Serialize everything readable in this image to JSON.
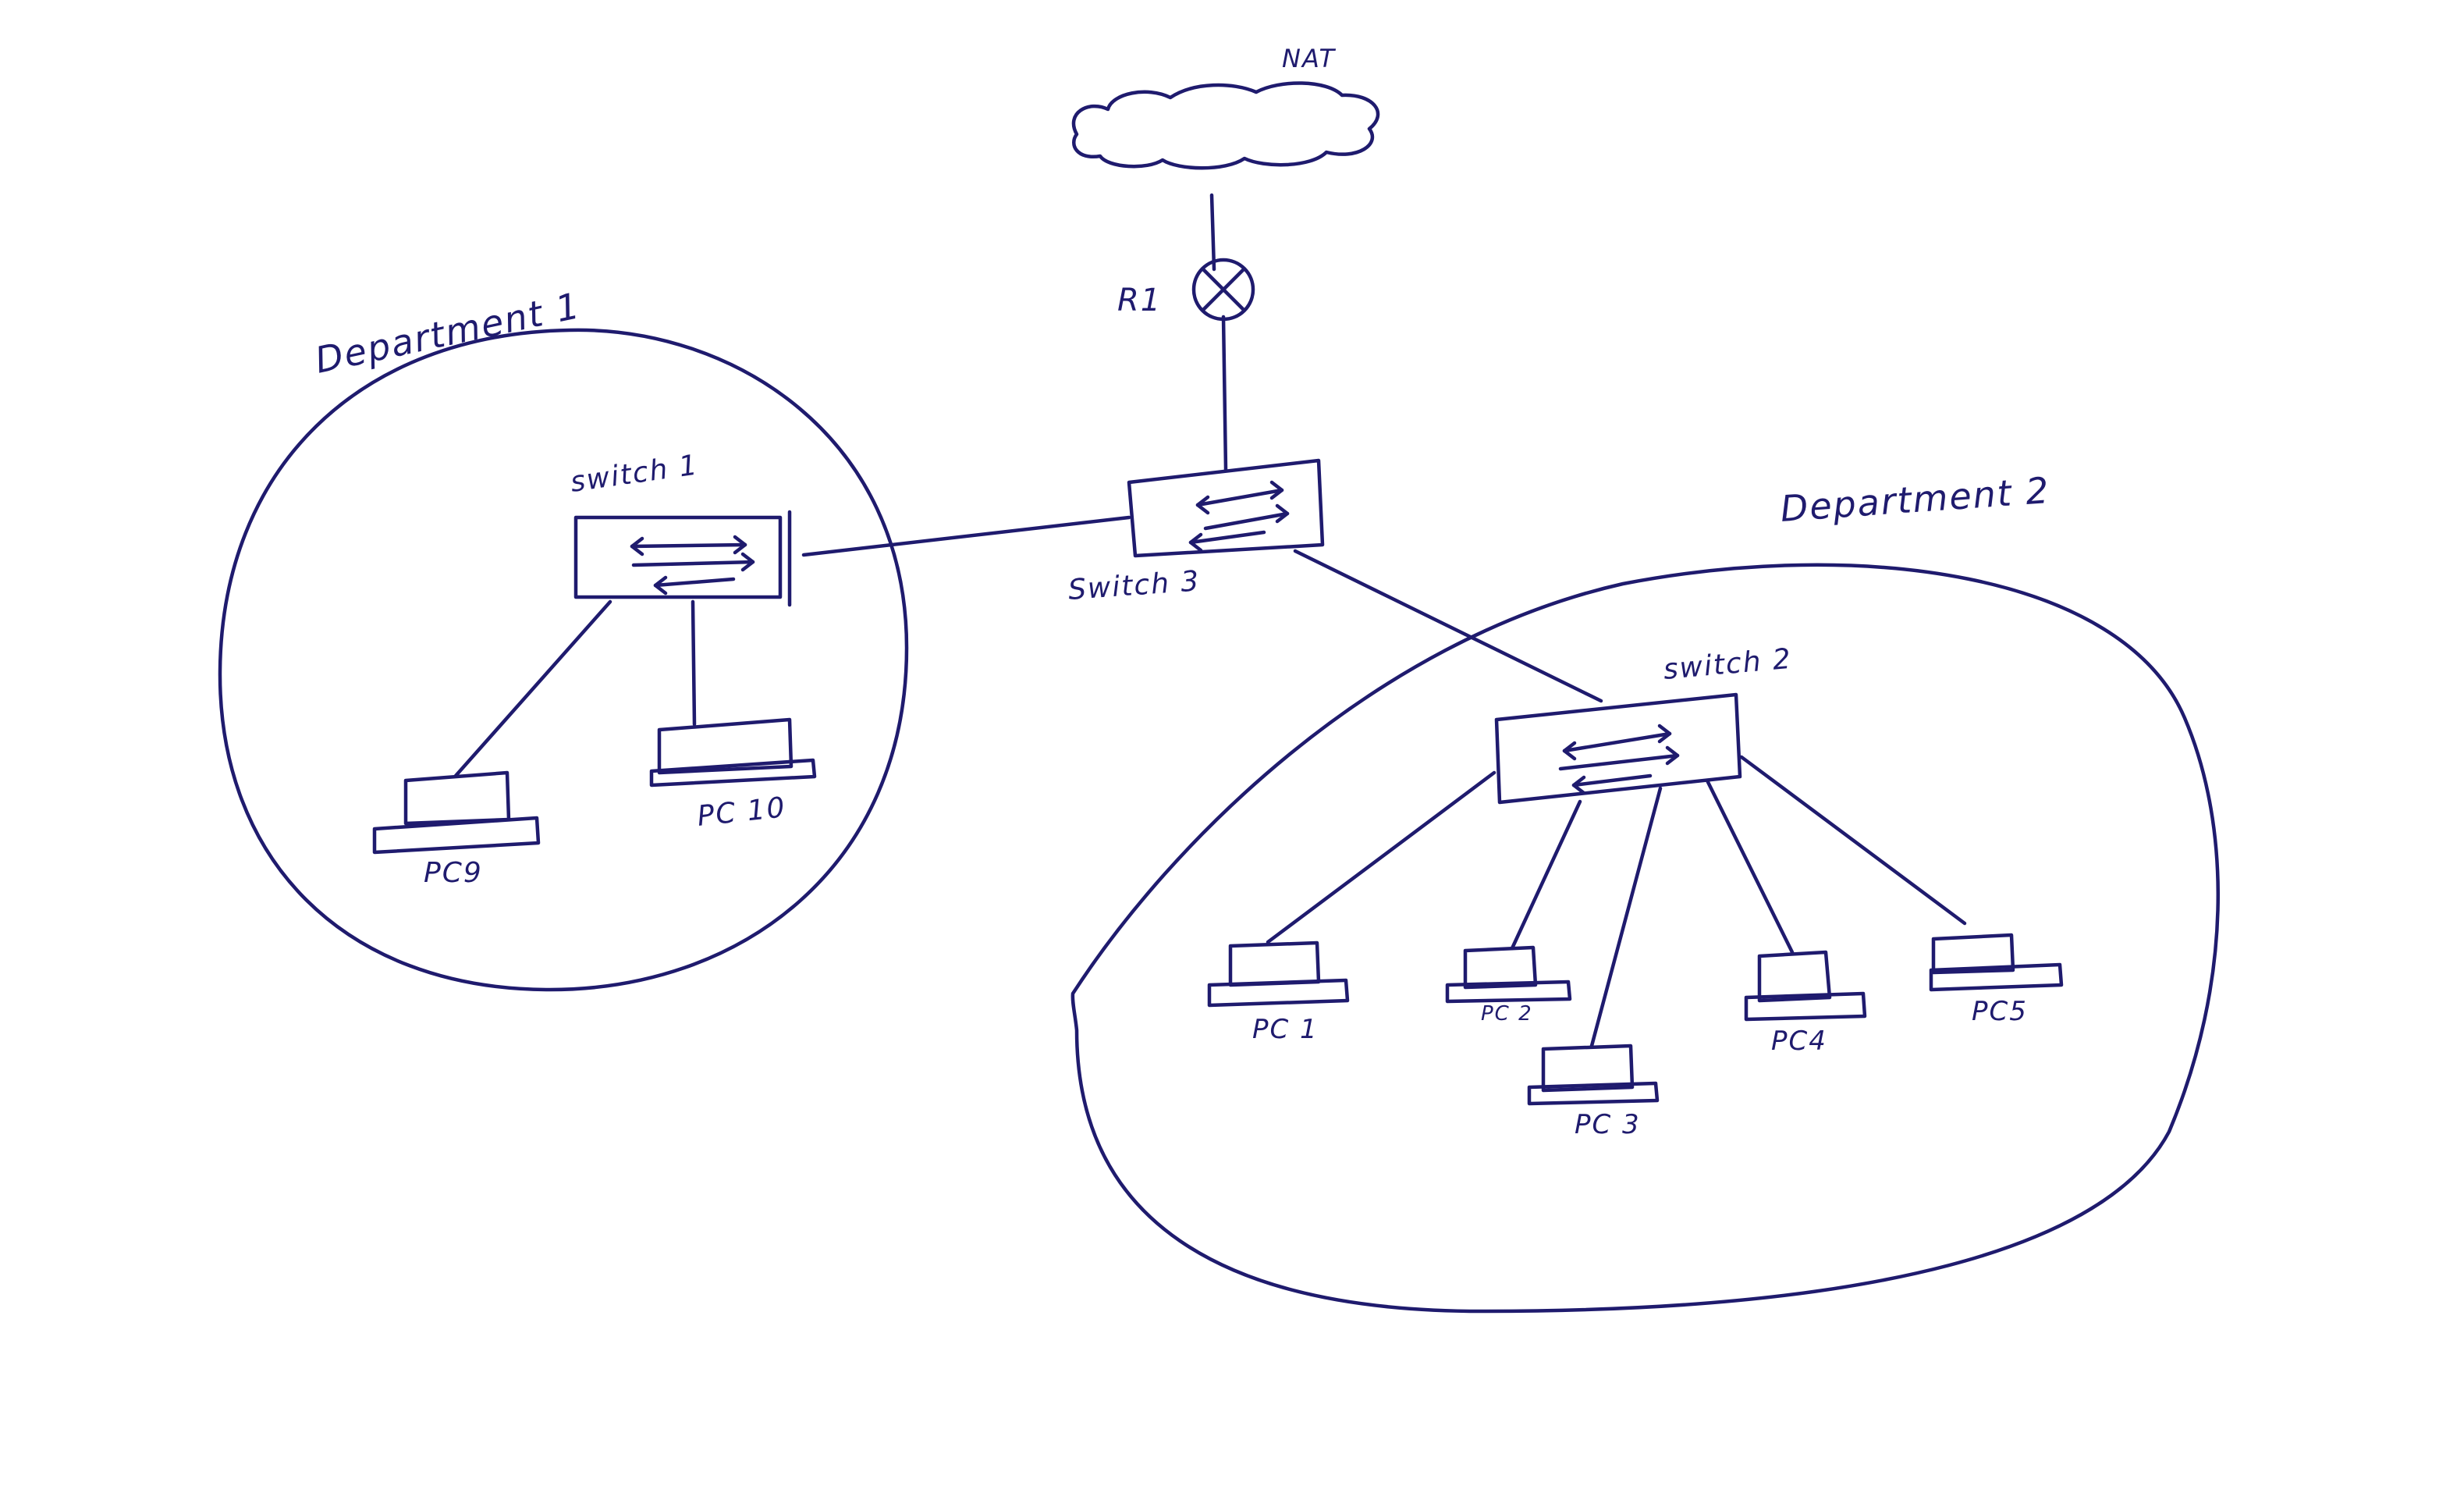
{
  "labels": {
    "nat": "NAT",
    "router": "R1",
    "department_1": "Department 1",
    "department_2": "Department 2",
    "switch_1": "switch 1",
    "switch_2": "switch 2",
    "switch_3": "Switch 3",
    "pc1": "PC 1",
    "pc2": "PC 2",
    "pc3": "PC 3",
    "pc4": "PC4",
    "pc5": "PC5",
    "pc9": "PC9",
    "pc10": "PC 10"
  },
  "colors": {
    "ink": "#1f1b6e",
    "background": "#ffffff"
  }
}
